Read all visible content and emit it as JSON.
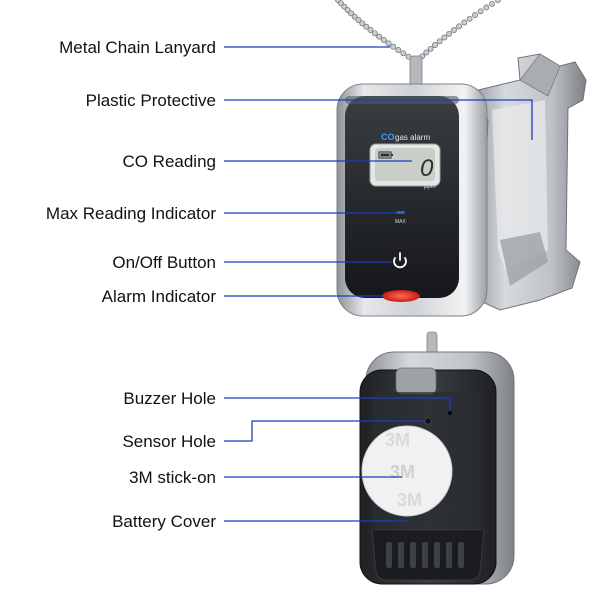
{
  "labels": {
    "chain": "Metal Chain Lanyard",
    "protective": "Plastic Protective",
    "co_reading": "CO Reading",
    "max_indicator": "Max Reading Indicator",
    "onoff": "On/Off Button",
    "alarm": "Alarm Indicator",
    "buzzer": "Buzzer Hole",
    "sensor": "Sensor Hole",
    "stick": "3M stick-on",
    "battery": "Battery Cover"
  },
  "device": {
    "brand_co": "CO",
    "brand_text": "gas alarm",
    "lcd_value": "0",
    "unit": "ppm",
    "max_text": "MAX",
    "sticker_text": "3M"
  },
  "colors": {
    "leader": "#1b3fbf",
    "alarm_red": "#e8332a",
    "led_blue": "#2a5fd6",
    "lcd_bg": "#c9cec8"
  },
  "icons": {
    "power": "power-icon"
  }
}
